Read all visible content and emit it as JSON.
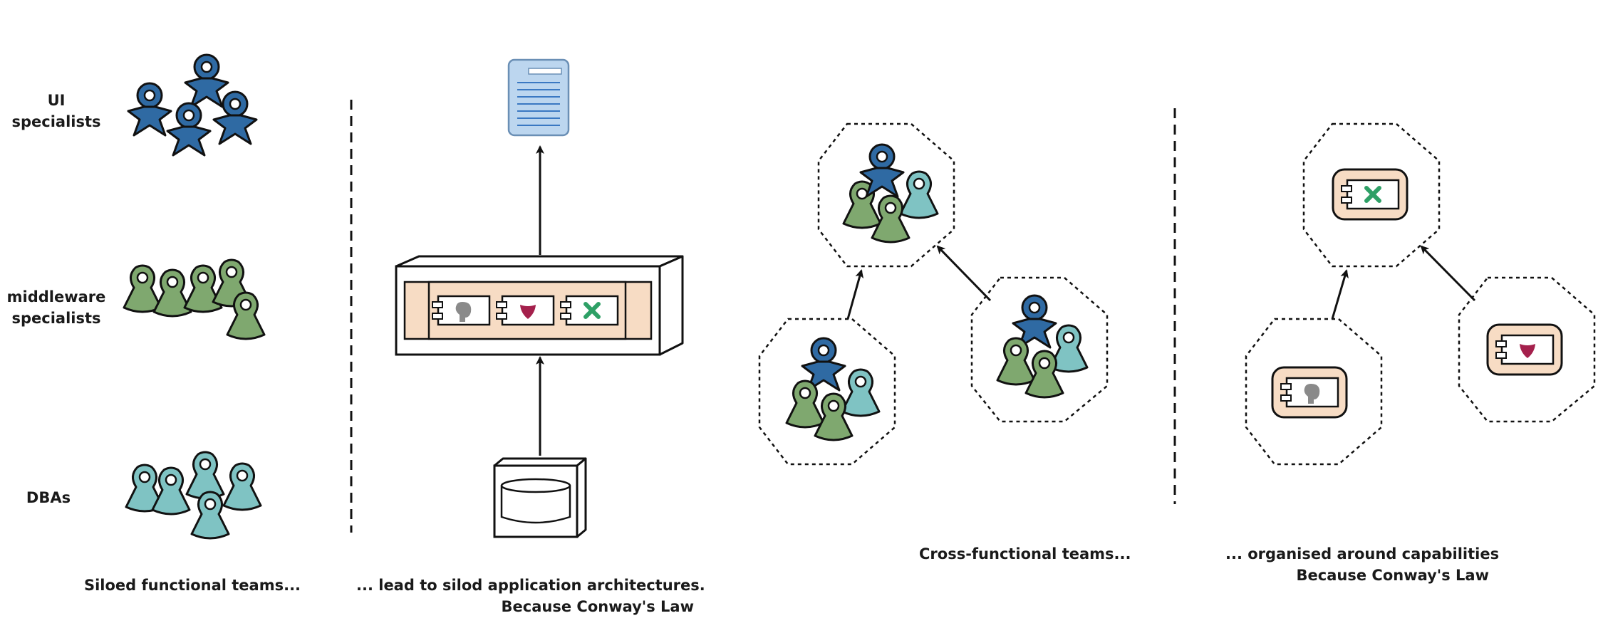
{
  "labels": {
    "ui_specialists_line1": "UI",
    "ui_specialists_line2": "specialists",
    "middleware_line1": "middleware",
    "middleware_line2": "specialists",
    "dbas": "DBAs",
    "siloed_caption": "Siloed functional teams...",
    "silod_arch_caption_line1": "... lead to silod application architectures.",
    "silod_arch_caption_line2": "Because Conway's Law",
    "cross_functional_caption": "Cross-functional teams...",
    "capabilities_caption_line1": "... organised around capabilities",
    "capabilities_caption_line2": "Because Conway's Law"
  },
  "colors": {
    "ui_blue": "#2f6aa3",
    "middleware_green": "#7fa86f",
    "dba_teal": "#7fc3c3",
    "component_peach": "#f7dcc4",
    "document_blue": "#bcd6ef",
    "heart_red": "#a4204c",
    "cross_green": "#2ea066",
    "blob_grey": "#8a8a8a"
  }
}
